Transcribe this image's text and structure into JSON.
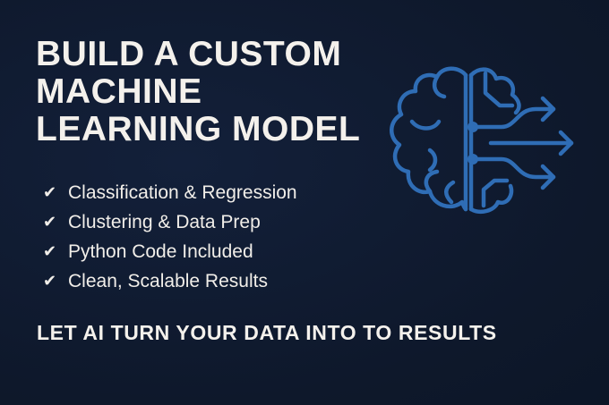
{
  "headline": {
    "lines": [
      "BUILD A CUSTOM",
      "MACHINE",
      "LEARNING MODEL"
    ]
  },
  "features": [
    {
      "icon": "check-icon",
      "label": "Classification & Regression"
    },
    {
      "icon": "check-icon",
      "label": "Clustering & Data Prep"
    },
    {
      "icon": "check-icon",
      "label": "Python Code Included"
    },
    {
      "icon": "check-icon",
      "label": "Clean, Scalable Results"
    }
  ],
  "check_glyph": "✔",
  "tagline": "LET AI TURN YOUR DATA INTO TO RESULTS",
  "illustration": {
    "icon": "brain-circuit-arrows-icon",
    "color": "#2f6db5"
  },
  "colors": {
    "background": "#0f1a2e",
    "text": "#f4f1ec",
    "accent": "#2f6db5"
  }
}
